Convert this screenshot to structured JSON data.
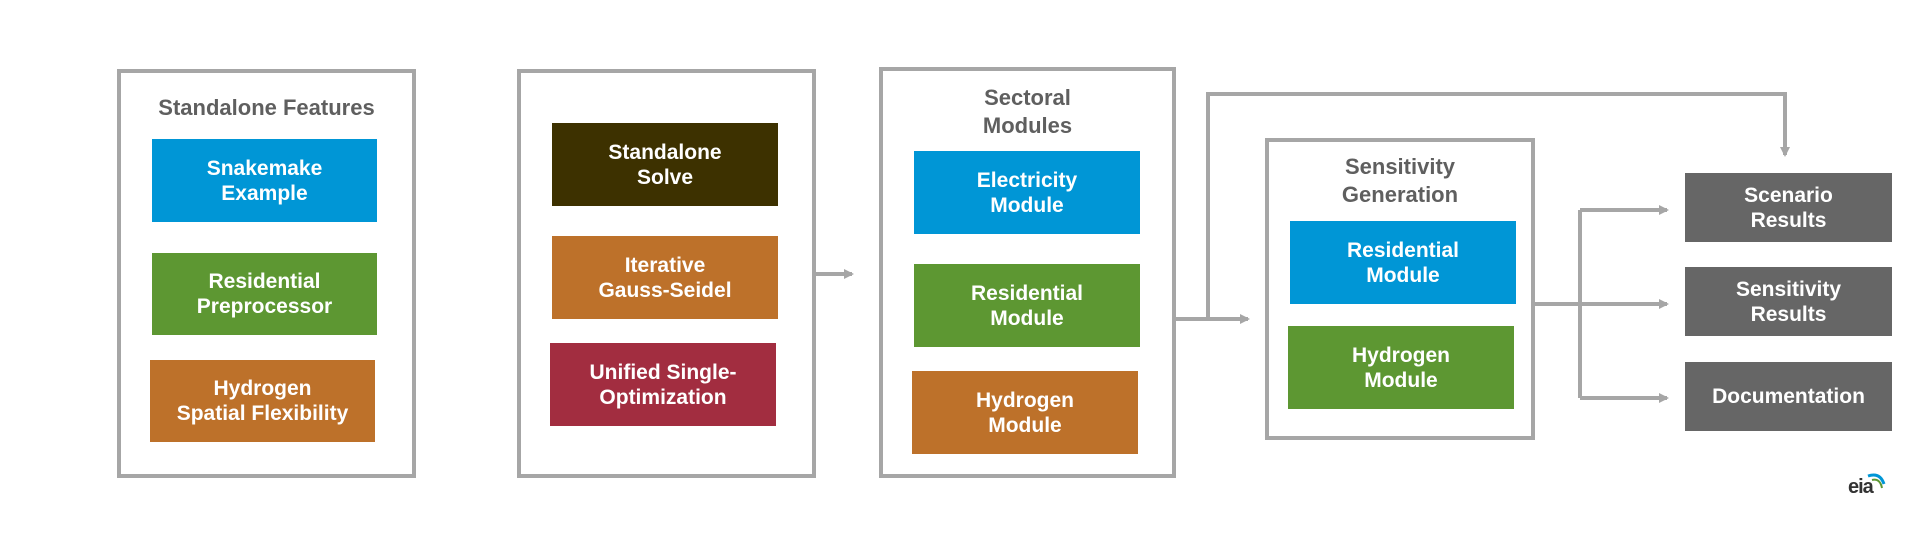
{
  "panels": {
    "standalone": {
      "title": "Standalone Features",
      "boxes": [
        "Snakemake\nExample",
        "Residential\nPreprocessor",
        "Hydrogen\nSpatial Flexibility"
      ]
    },
    "solve": {
      "boxes": [
        "Standalone\nSolve",
        "Iterative\nGauss-Seidel",
        "Unified Single-\nOptimization"
      ]
    },
    "sectoral": {
      "title": "Sectoral\nModules",
      "boxes": [
        "Electricity\nModule",
        "Residential\nModule",
        "Hydrogen\nModule"
      ]
    },
    "sensitivity": {
      "title": "Sensitivity\nGeneration",
      "boxes": [
        "Residential\nModule",
        "Hydrogen\nModule"
      ]
    }
  },
  "outputs": [
    "Scenario\nResults",
    "Sensitivity\nResults",
    "Documentation"
  ],
  "logo": "eia",
  "colors": {
    "blue": "#0096d6",
    "green": "#5d9732",
    "orange": "#bd712a",
    "brown": "#3d3100",
    "crimson": "#a22d40",
    "output_gray": "#666666",
    "border_gray": "#a6a6a6"
  }
}
